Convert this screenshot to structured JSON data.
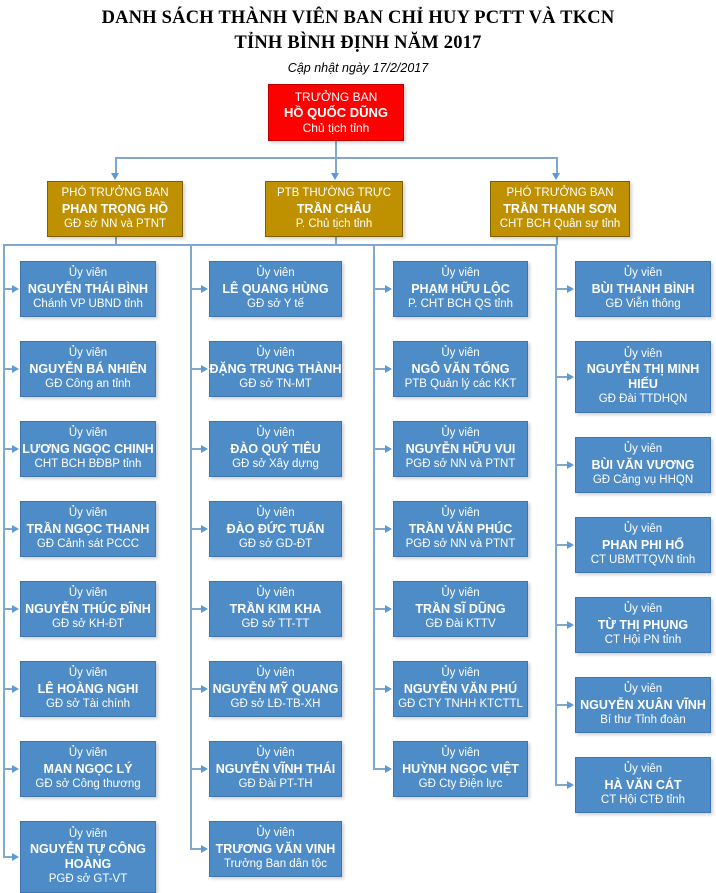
{
  "title": {
    "line1": "DANH SÁCH THÀNH VIÊN BAN CHỈ HUY PCTT VÀ TKCN",
    "line2": "TỈNH BÌNH ĐỊNH NĂM 2017",
    "subtitle": "Cập nhật ngày 17/2/2017"
  },
  "colors": {
    "root": "#FF0000",
    "deputy": "#BF9000",
    "member": "#4E8CC8",
    "connector": "#5B9BD5",
    "text": "#FFFFFF"
  },
  "root": {
    "role": "TRƯỞNG BAN",
    "name": "HỒ QUỐC DŨNG",
    "org": "Chủ tịch tỉnh"
  },
  "deputies": [
    {
      "role": "PHÓ TRƯỞNG BAN",
      "name": "PHAN TRỌNG HỒ",
      "org": "GĐ sở NN và PTNT"
    },
    {
      "role": "PTB THƯỜNG TRỰC",
      "name": "TRẦN CHÂU",
      "org": "P. Chủ tịch tỉnh"
    },
    {
      "role": "PHÓ TRƯỞNG BAN",
      "name": "TRẦN THANH SƠN",
      "org": "CHT BCH Quân sự tỉnh"
    }
  ],
  "columns": [
    {
      "members": [
        {
          "role": "Ủy viên",
          "name": "NGUYỄN THÁI BÌNH",
          "org": "Chánh VP UBND tỉnh"
        },
        {
          "role": "Ủy viên",
          "name": "NGUYỄN BÁ NHIÊN",
          "org": "GĐ Công an tỉnh"
        },
        {
          "role": "Ủy viên",
          "name": "LƯƠNG NGỌC CHINH",
          "org": "CHT BCH BĐBP tỉnh"
        },
        {
          "role": "Ủy viên",
          "name": "TRẦN NGỌC THANH",
          "org": "GĐ Cảnh sát PCCC"
        },
        {
          "role": "Ủy viên",
          "name": "NGUYỄN THÚC ĐĨNH",
          "org": "GĐ sở KH-ĐT"
        },
        {
          "role": "Ủy viên",
          "name": "LÊ HOÀNG NGHI",
          "org": "GĐ sở Tài chính"
        },
        {
          "role": "Ủy viên",
          "name": "MAN NGỌC LÝ",
          "org": "GĐ sở Công thương"
        },
        {
          "role": "Ủy viên",
          "name": "NGUYỄN TỰ CÔNG HOÀNG",
          "org": "PGĐ sở GT-VT"
        }
      ]
    },
    {
      "members": [
        {
          "role": "Ủy viên",
          "name": "LÊ QUANG HÙNG",
          "org": "GĐ sở Y tế"
        },
        {
          "role": "Ủy viên",
          "name": "ĐẶNG TRUNG THÀNH",
          "org": "GĐ sở TN-MT"
        },
        {
          "role": "Ủy viên",
          "name": "ĐÀO QUÝ TIÊU",
          "org": "GĐ sở Xây dựng"
        },
        {
          "role": "Ủy viên",
          "name": "ĐÀO ĐỨC TUẤN",
          "org": "GĐ sở GD-ĐT"
        },
        {
          "role": "Ủy viên",
          "name": "TRẦN KIM KHA",
          "org": "GĐ sở TT-TT"
        },
        {
          "role": "Ủy viên",
          "name": "NGUYỄN MỸ QUANG",
          "org": "GĐ sở LĐ-TB-XH"
        },
        {
          "role": "Ủy viên",
          "name": "NGUYỄN VĨNH THÁI",
          "org": "GĐ Đài PT-TH"
        },
        {
          "role": "Ủy viên",
          "name": "TRƯƠNG VĂN VINH",
          "org": "Trưởng Ban dân tộc"
        }
      ]
    },
    {
      "members": [
        {
          "role": "Ủy viên",
          "name": "PHẠM HỮU LỘC",
          "org": "P. CHT BCH QS tỉnh"
        },
        {
          "role": "Ủy viên",
          "name": "NGÔ VĂN TỐNG",
          "org": "PTB Quản lý các KKT"
        },
        {
          "role": "Ủy viên",
          "name": "NGUYỄN HỮU VUI",
          "org": "PGĐ sở NN và PTNT"
        },
        {
          "role": "Ủy viên",
          "name": "TRẦN VĂN PHÚC",
          "org": "PGĐ sở NN và PTNT"
        },
        {
          "role": "Ủy viên",
          "name": "TRẦN SĨ DŨNG",
          "org": "GĐ Đài KTTV"
        },
        {
          "role": "Ủy viên",
          "name": "NGUYỄN VĂN PHÚ",
          "org": "GĐ CTY TNHH KTCTTL"
        },
        {
          "role": "Ủy viên",
          "name": "HUỲNH NGỌC VIỆT",
          "org": "GĐ Cty Điện lực"
        }
      ]
    },
    {
      "members": [
        {
          "role": "Ủy viên",
          "name": "BÙI THANH BÌNH",
          "org": "GĐ Viễn thông"
        },
        {
          "role": "Ủy viên",
          "name": "NGUYỄN THỊ MINH HIẾU",
          "org": "GĐ Đài TTDHQN"
        },
        {
          "role": "Ủy viên",
          "name": "BÙI VĂN VƯƠNG",
          "org": "GĐ Cảng vụ HHQN"
        },
        {
          "role": "Ủy viên",
          "name": "PHAN PHI HỔ",
          "org": "CT UBMTTQVN tỉnh"
        },
        {
          "role": "Ủy viên",
          "name": "TỪ THỊ PHỤNG",
          "org": "CT Hội PN tỉnh"
        },
        {
          "role": "Ủy viên",
          "name": "NGUYỄN XUÂN VĨNH",
          "org": "Bí thư Tỉnh đoàn"
        },
        {
          "role": "Ủy viên",
          "name": "HÀ VĂN CÁT",
          "org": "CT Hội CTĐ tỉnh"
        }
      ]
    }
  ]
}
